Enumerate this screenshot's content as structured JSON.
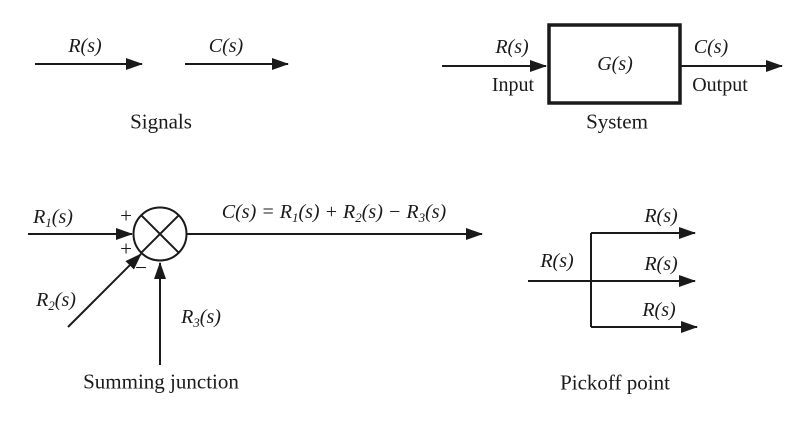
{
  "colors": {
    "ink": "#1a1a1a",
    "background": "#ffffff"
  },
  "signals_section": {
    "caption": "Signals",
    "input_signal": "R(s)",
    "output_signal": "C(s)"
  },
  "system_section": {
    "caption": "System",
    "block_label": "G(s)",
    "input_signal": "R(s)",
    "input_caption": "Input",
    "output_signal": "C(s)",
    "output_caption": "Output"
  },
  "summing_junction_section": {
    "caption": "Summing junction",
    "input1": {
      "base": "R",
      "sub": "1",
      "arg": "(s)"
    },
    "input2": {
      "base": "R",
      "sub": "2",
      "arg": "(s)"
    },
    "input3": {
      "base": "R",
      "sub": "3",
      "arg": "(s)"
    },
    "signs": {
      "input1": "+",
      "input2": "+",
      "input3": "−"
    },
    "equation": {
      "s0": "C(s) = R",
      "s1": "1",
      "s2": "(s) + R",
      "s3": "2",
      "s4": "(s) − R",
      "s5": "3",
      "s6": "(s)"
    }
  },
  "pickoff_point_section": {
    "caption": "Pickoff point",
    "input_signal": "R(s)",
    "branch_signals": [
      "R(s)",
      "R(s)",
      "R(s)"
    ]
  }
}
